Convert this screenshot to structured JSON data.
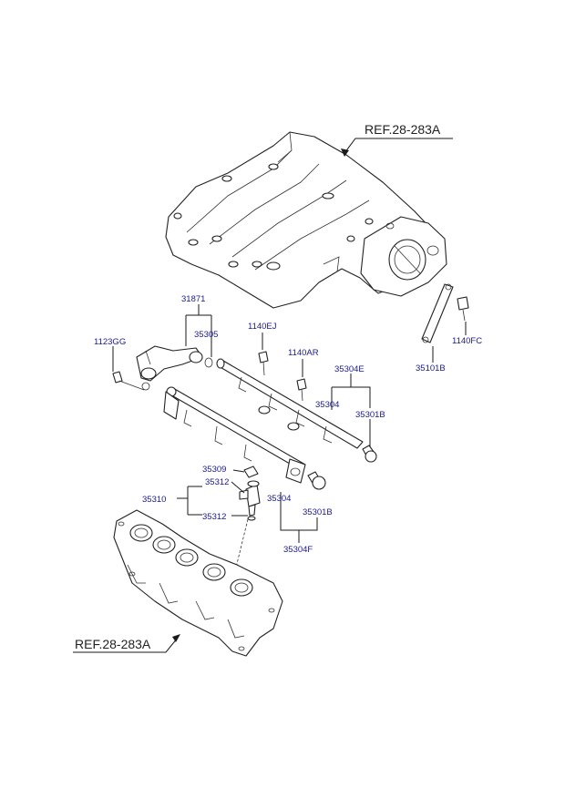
{
  "references": {
    "upper": "REF.28-283A",
    "lower": "REF.28-283A"
  },
  "parts": {
    "p31871": "31871",
    "p35305": "35305",
    "p1123gg": "1123GG",
    "p1140ej": "1140EJ",
    "p1140ar": "1140AR",
    "p35304e": "35304E",
    "p35304_upper": "35304",
    "p35301b_upper": "35301B",
    "p35309": "35309",
    "p35312_upper": "35312",
    "p35310": "35310",
    "p35312_lower": "35312",
    "p35304_lower": "35304",
    "p35301b_lower": "35301B",
    "p35304f": "35304F",
    "p35101b": "35101B",
    "p1140fc": "1140FC"
  }
}
